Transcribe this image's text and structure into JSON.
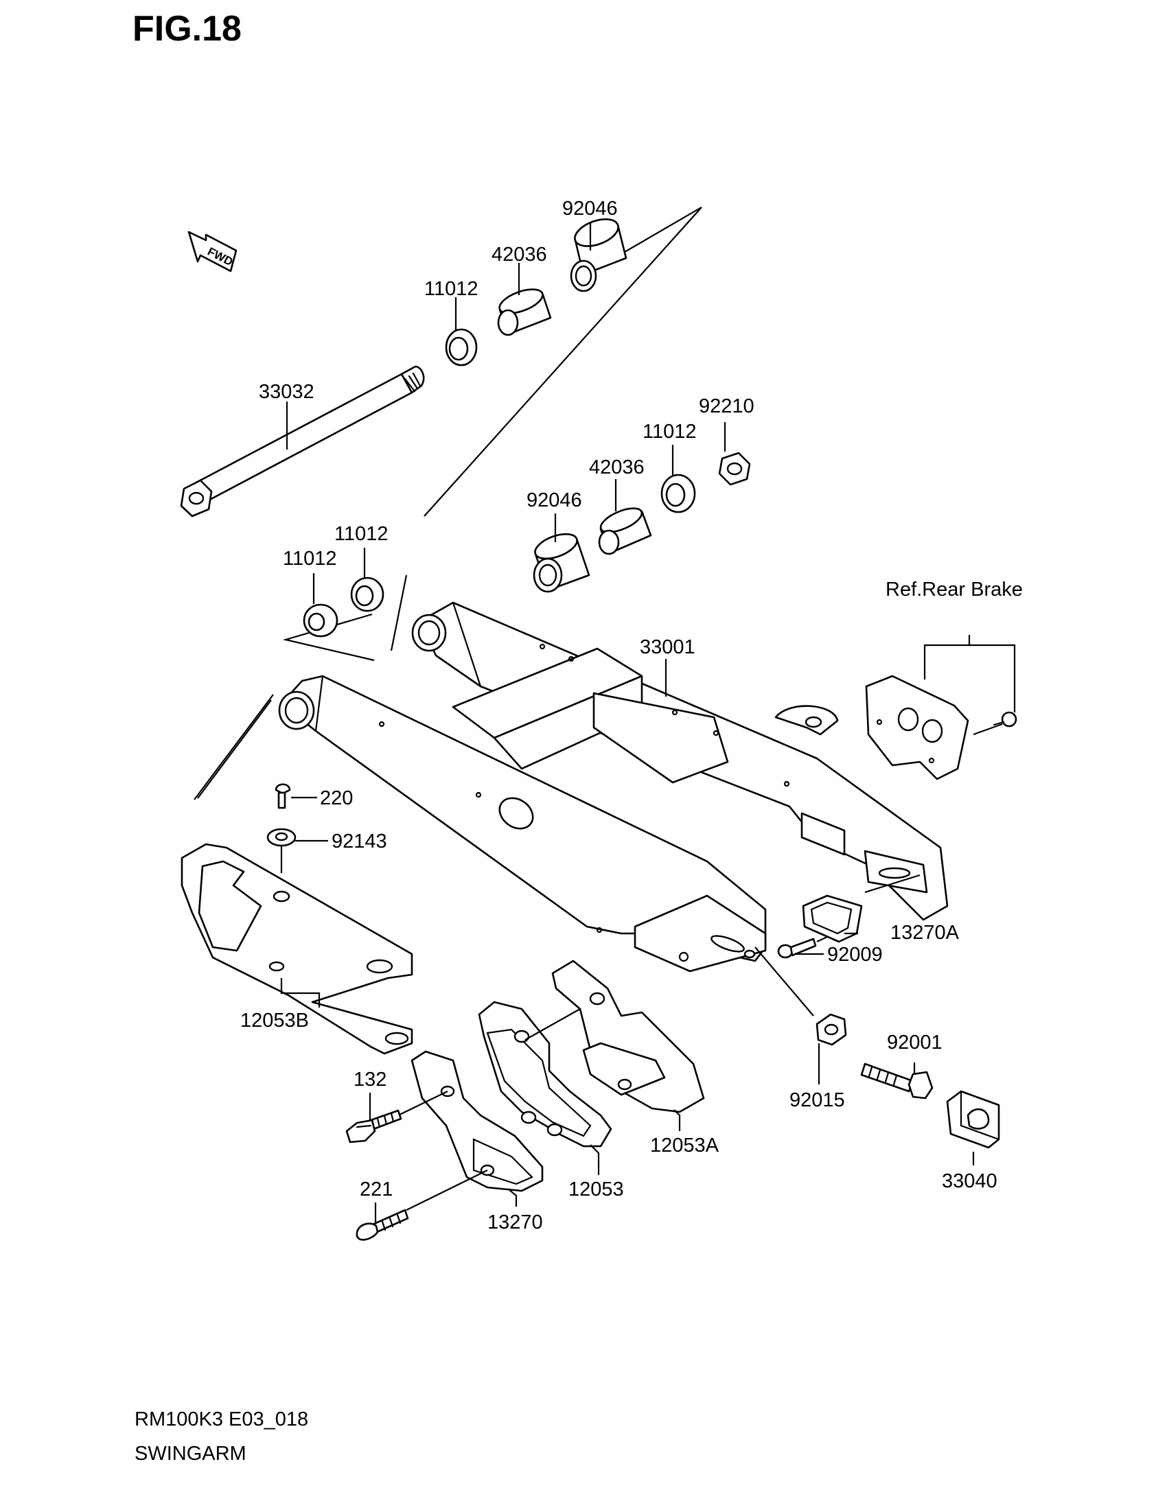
{
  "figure": {
    "title": "FIG.18",
    "code": "RM100K3 E03_018",
    "name": "SWINGARM",
    "fwd_badge": "FWD"
  },
  "callouts": {
    "c92046_top": "92046",
    "c42036_top": "42036",
    "c11012_top": "11012",
    "c33032": "33032",
    "c92210": "92210",
    "c11012_mid": "11012",
    "c42036_mid": "42036",
    "c92046_mid": "92046",
    "c11012_left_upper": "11012",
    "c11012_left_lower": "11012",
    "c33001": "33001",
    "ref_rear_brake": "Ref.Rear Brake",
    "c220": "220",
    "c92143": "92143",
    "c13270A": "13270A",
    "c92009": "92009",
    "c12053B": "12053B",
    "c92001": "92001",
    "c92015": "92015",
    "c132": "132",
    "c12053A": "12053A",
    "c12053": "12053",
    "c33040": "33040",
    "c221": "221",
    "c13270": "13270"
  }
}
